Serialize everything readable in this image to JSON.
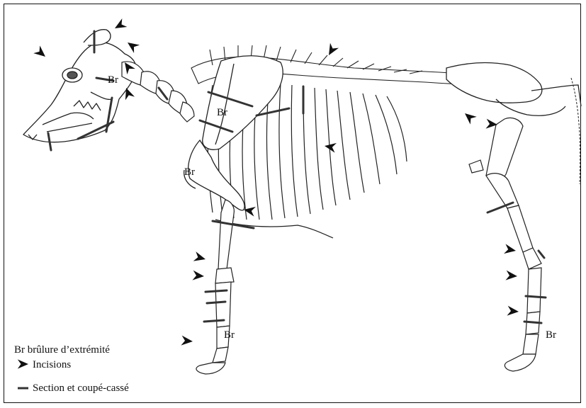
{
  "labels": {
    "head": "Br",
    "scapula": "Br",
    "humerus": "Br",
    "fore_hoof": "Br",
    "hind_hoof": "Br"
  },
  "legend": {
    "burn": "Br brûlure d’extrémité",
    "incisions": "Incisions",
    "section": "Section et coupé-cassé"
  },
  "colors": {
    "ink": "#111111",
    "cut_mark": "#333333",
    "bone_fill": "#ffffff"
  },
  "icons": {
    "incision_marker": "arrowhead-icon",
    "section_marker": "bar-icon"
  }
}
